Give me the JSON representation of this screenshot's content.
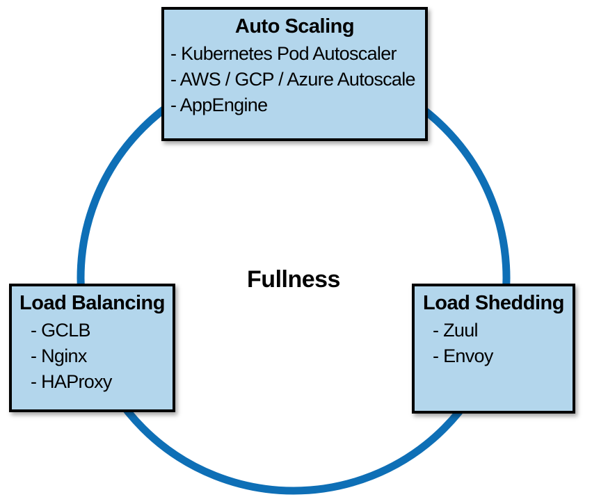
{
  "diagram": {
    "center_label": "Fullness",
    "colors": {
      "circle_stroke": "#0e6fb6",
      "box_fill": "#b3d6ec",
      "box_border": "#000000",
      "text": "#000000"
    },
    "boxes": {
      "auto_scaling": {
        "title": "Auto Scaling",
        "items": [
          "- Kubernetes Pod Autoscaler",
          "- AWS / GCP / Azure Autoscale",
          "- AppEngine"
        ]
      },
      "load_balancing": {
        "title": "Load Balancing",
        "items": [
          "- GCLB",
          "- Nginx",
          "- HAProxy"
        ]
      },
      "load_shedding": {
        "title": "Load Shedding",
        "items": [
          "- Zuul",
          "- Envoy"
        ]
      }
    }
  }
}
